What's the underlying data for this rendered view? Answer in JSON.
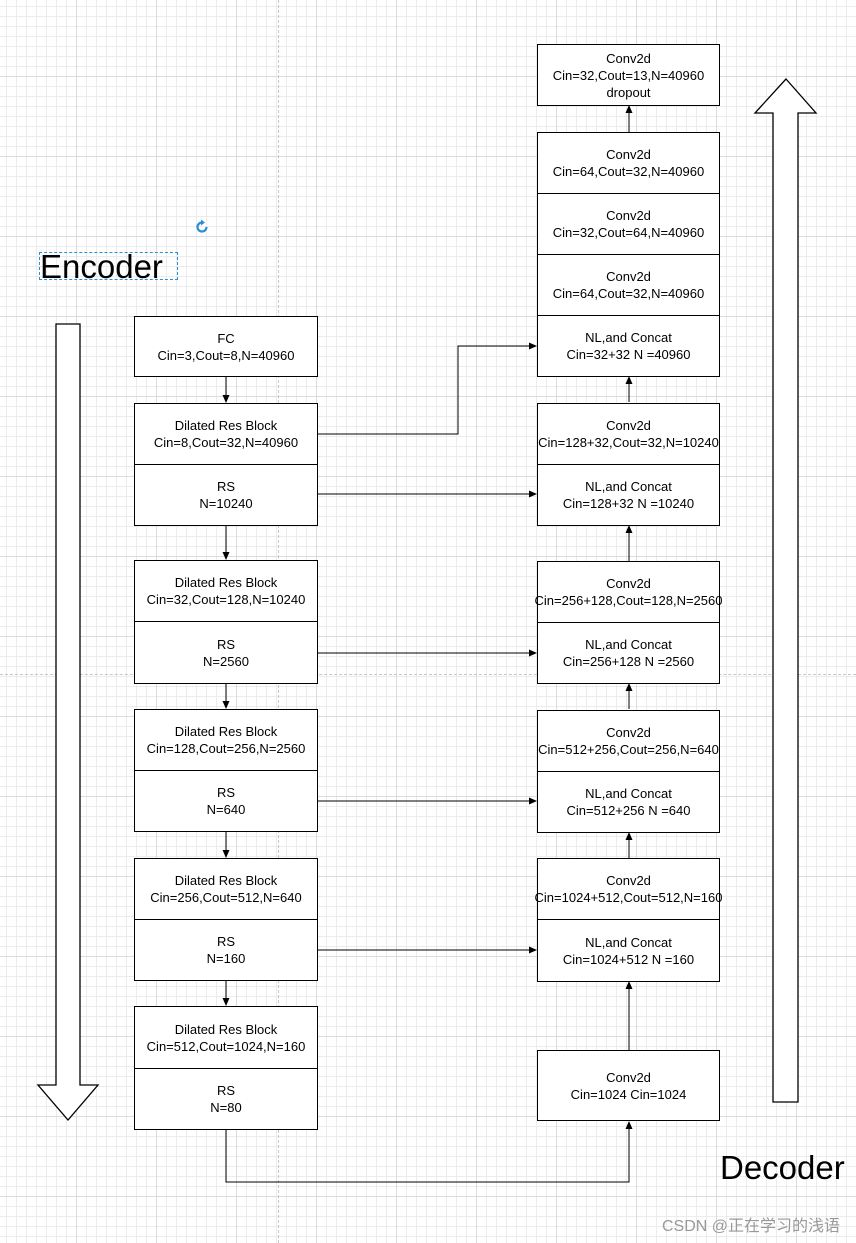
{
  "canvas": {
    "encoder_label": "Encoder",
    "decoder_label": "Decoder",
    "watermark": "CSDN @正在学习的浅语"
  },
  "encoder": {
    "fc": [
      "FC",
      "Cin=3,Cout=8,N=40960"
    ],
    "block1": [
      "Dilated Res Block",
      "Cin=8,Cout=32,N=40960"
    ],
    "rs1": [
      "RS",
      "N=10240"
    ],
    "block2": [
      "Dilated Res Block",
      "Cin=32,Cout=128,N=10240"
    ],
    "rs2": [
      "RS",
      "N=2560"
    ],
    "block3": [
      "Dilated Res Block",
      "Cin=128,Cout=256,N=2560"
    ],
    "rs3": [
      "RS",
      "N=640"
    ],
    "block4": [
      "Dilated Res Block",
      "Cin=256,Cout=512,N=640"
    ],
    "rs4": [
      "RS",
      "N=160"
    ],
    "block5": [
      "Dilated Res Block",
      "Cin=512,Cout=1024,N=160"
    ],
    "rs5": [
      "RS",
      "N=80"
    ]
  },
  "decoder": {
    "conv_out": [
      "Conv2d",
      "Cin=32,Cout=13,N=40960",
      "dropout"
    ],
    "conv_a": [
      "Conv2d",
      "Cin=64,Cout=32,N=40960"
    ],
    "conv_b": [
      "Conv2d",
      "Cin=32,Cout=64,N=40960"
    ],
    "conv_c": [
      "Conv2d",
      "Cin=64,Cout=32,N=40960"
    ],
    "nl1": [
      "NL,and Concat",
      "Cin=32+32 N =40960"
    ],
    "conv1": [
      "Conv2d",
      "Cin=128+32,Cout=32,N=10240"
    ],
    "nl2": [
      "NL,and Concat",
      "Cin=128+32 N =10240"
    ],
    "conv2": [
      "Conv2d",
      "Cin=256+128,Cout=128,N=2560"
    ],
    "nl3": [
      "NL,and Concat",
      "Cin=256+128 N =2560"
    ],
    "conv3": [
      "Conv2d",
      "Cin=512+256,Cout=256,N=640"
    ],
    "nl4": [
      "NL,and Concat",
      "Cin=512+256 N =640"
    ],
    "conv4": [
      "Conv2d",
      "Cin=1024+512,Cout=512,N=160"
    ],
    "nl5": [
      "NL,and Concat",
      "Cin=1024+512 N =160"
    ],
    "conv_in": [
      "Conv2d",
      "Cin=1024 Cin=1024"
    ]
  }
}
